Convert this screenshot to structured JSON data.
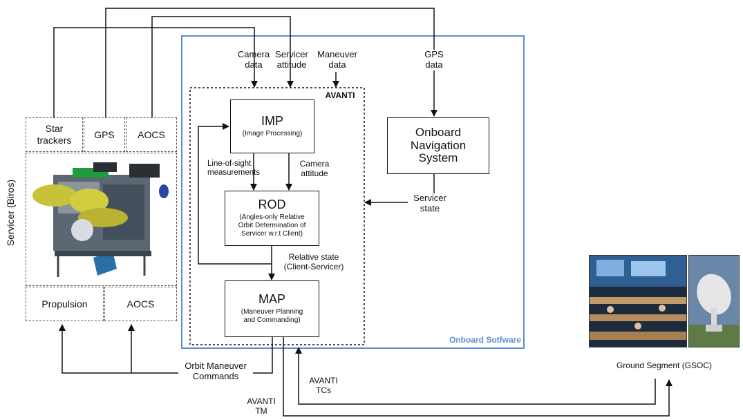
{
  "inputs": {
    "camera_data": "Camera\ndata",
    "servicer_attitude": "Servicer\nattitude",
    "maneuver_data": "Maneuver\ndata",
    "gps_data": "GPS\ndata"
  },
  "avanti_label": "AVANTI",
  "onboard_software_label": "Onboard Sotfware",
  "imp": {
    "title": "IMP",
    "subtitle": "(Image Processing)"
  },
  "rod": {
    "title": "ROD",
    "subtitle": "(Angles-only Relative\nOrbit Determination of\nServicer w.r.t Client)"
  },
  "map": {
    "title": "MAP",
    "subtitle": "(Maneuver Planning\nand Commanding)"
  },
  "nav": {
    "title": "Onboard\nNavigation\nSystem"
  },
  "edges": {
    "los": "Line-of-sight\nmeasurements",
    "camera_attitude": "Camera\nattitude",
    "servicer_state": "Servicer\nstate",
    "relative_state": "Relative state\n(Client-Servicer)",
    "orbit_maneuver": "Orbit Maneuver\nCommands",
    "avanti_tcs": "AVANTI\nTCs",
    "avanti_tm": "AVANTI\nTM"
  },
  "servicer": {
    "side_label": "Servicer (Biros)",
    "star_trackers": "Star\ntrackers",
    "gps": "GPS",
    "aocs_top": "AOCS",
    "propulsion": "Propulsion",
    "aocs_bottom": "AOCS"
  },
  "ground": {
    "label": "Ground Segment (GSOC)"
  },
  "colors": {
    "onboard_border": "#5b8fd0",
    "line": "#111111",
    "dashed": "#555555"
  }
}
